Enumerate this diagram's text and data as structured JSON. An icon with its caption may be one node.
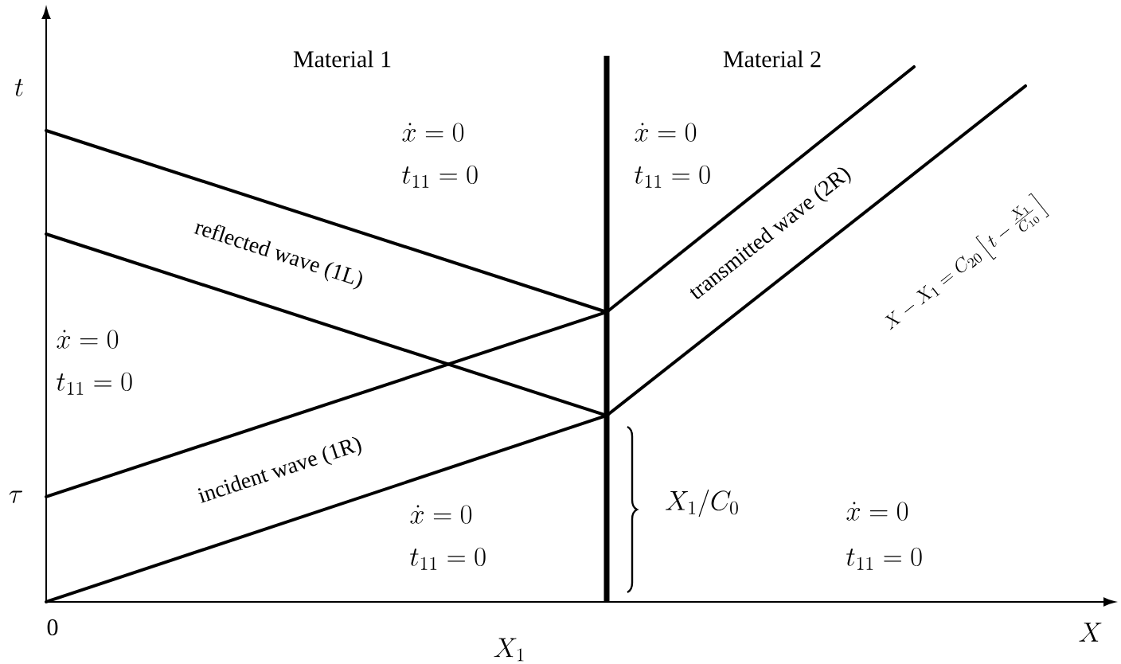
{
  "diagram": {
    "labels": [
      "t",
      "Material 1",
      "Material 2",
      "\\dot{x} = 0",
      "t_{11} = 0",
      "\\dot{x} = 0",
      "t_{11} = 0",
      "reflected wave (1L)",
      "transmitted wave (2R)",
      "\\dot{x} = 0",
      "t_{11} = 0",
      "X - X_1 = C_{20}\\left[\\, t - \\frac{X_1}{C_{10}} \\,\\right]",
      "\\tau",
      "incident wave (1R)",
      "X_1 / C_0",
      "\\dot{x} = 0",
      "t_{11} = 0",
      "\\dot{x} = 0",
      "t_{11} = 0",
      "0",
      "X_1",
      "X"
    ]
  }
}
